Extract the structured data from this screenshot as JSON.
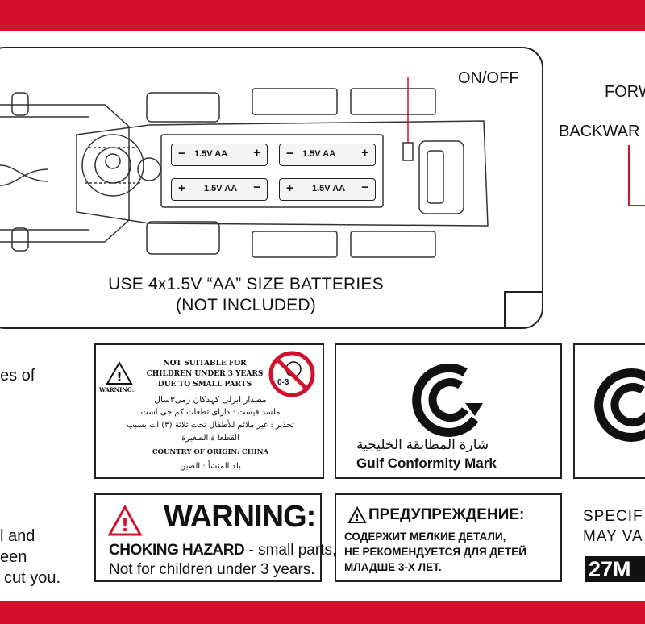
{
  "battery": {
    "cells": [
      {
        "left_sign": "−",
        "label": "1.5V AA",
        "right_sign": "+"
      },
      {
        "left_sign": "−",
        "label": "1.5V AA",
        "right_sign": "+"
      },
      {
        "left_sign": "+",
        "label": "1.5V AA",
        "right_sign": "−"
      },
      {
        "left_sign": "+",
        "label": "1.5V AA",
        "right_sign": "−"
      }
    ],
    "instruction_line1": "USE 4x1.5V “AA” SIZE BATTERIES",
    "instruction_line2": "(NOT INCLUDED)",
    "switch_label": "ON/OFF"
  },
  "remote": {
    "forward_label": "FORW",
    "backward_label": "BACKWAR"
  },
  "left_fragments": {
    "line1": "es of",
    "line2": "l and",
    "line3": "een",
    "line4": "cut you."
  },
  "age_label": {
    "line1": "NOT SUITABLE FOR",
    "line2": "CHILDREN UNDER 3 YEARS",
    "line3": "DUE TO SMALL PARTS",
    "warning_small": "WARNING:",
    "age_badge": "0-3",
    "arabic_line1": "مصدار ابرلی کہدکان زمی۳سال",
    "arabic_line2": "ملسد فیست : دارای تطعات کم جی است",
    "arabic_line3": "تحذير : غير ملائم للأطفال تحت ثلاثة (٣) ات بسبب",
    "arabic_line4": "القطعا ة الصغيرة",
    "origin": "COUNTRY OF ORIGIN: CHINA",
    "arabic_origin": "بلد المنشأ : الصين"
  },
  "gulf_mark": {
    "arabic": "شارة المطابقة الخليجية",
    "english": "Gulf Conformity Mark"
  },
  "warning_en": {
    "title": "WARNING:",
    "hazard": "CHOKING HAZARD",
    "rest1": " - small parts,",
    "line2": "Not for children under 3 years."
  },
  "warning_ru": {
    "title": "ПРЕДУПРЕЖДЕНИЕ:",
    "line1": "СОДЕРЖИТ МЕЛКИЕ ДЕТАЛИ,",
    "line2": "НЕ РЕКОМЕНДУЕТСЯ ДЛЯ ДЕТЕЙ",
    "line3": "МЛАДШЕ 3-Х ЛЕТ."
  },
  "spec": {
    "line1": "SPECIF",
    "line2": "MAY VA",
    "frequency": "27M"
  },
  "colors": {
    "band": "#d3112d",
    "prohibition": "#d3112d",
    "lead_wire": "#d3112d"
  }
}
